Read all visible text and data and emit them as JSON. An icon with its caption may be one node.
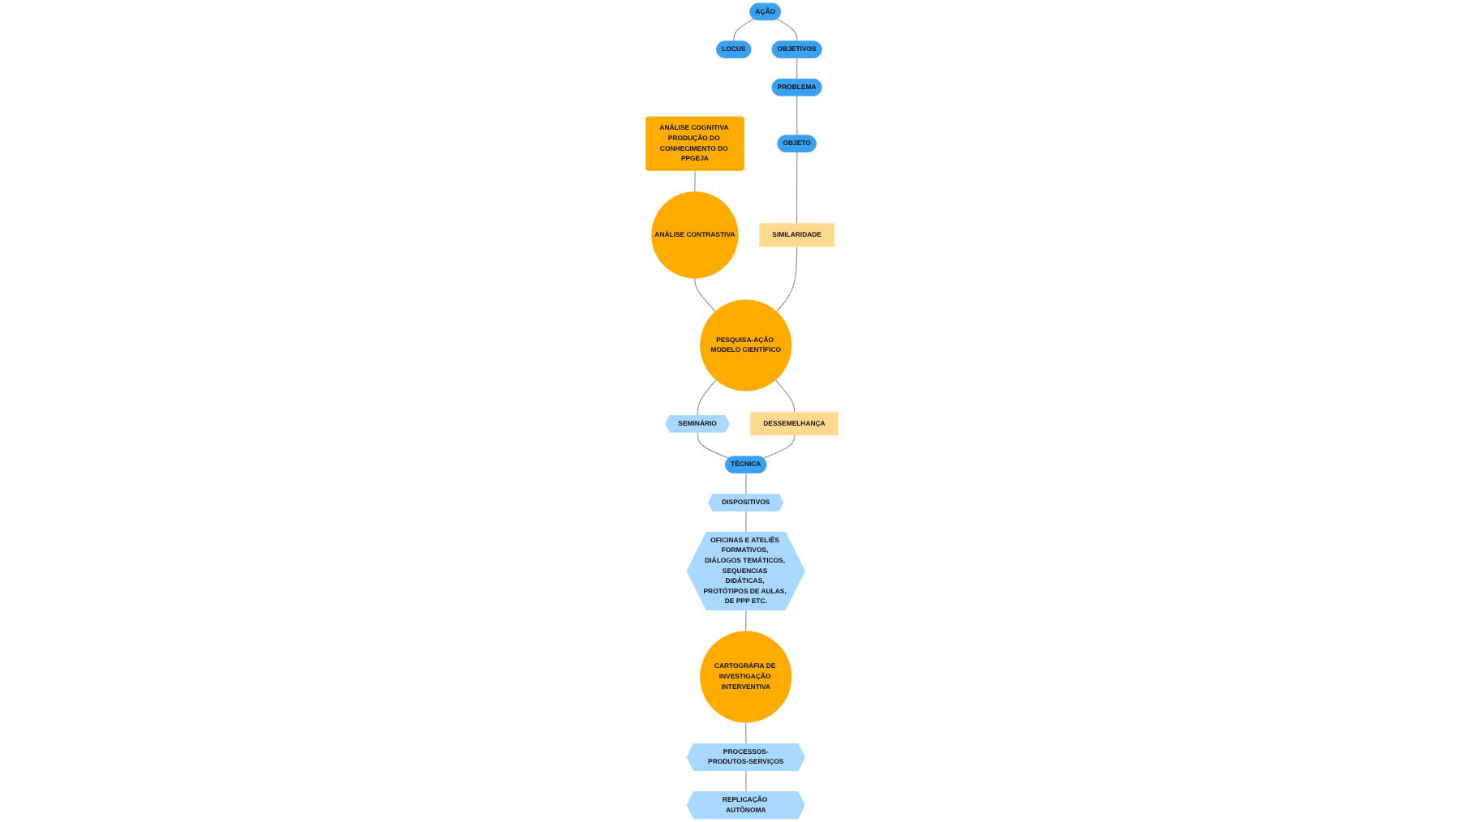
{
  "diagram": {
    "nodes": [
      {
        "text": [
          "ANÁLISE COGNITIVA PRODUÇÃO DO CONHECIMENTO DO PPGEJA"
        ]
      },
      {
        "text": [
          "AÇÃO"
        ]
      },
      {
        "text": [
          "LOCUS"
        ]
      },
      {
        "text": [
          "OBJETIVOS"
        ]
      },
      {
        "text": [
          "PROBLEMA"
        ]
      },
      {
        "text": [
          "OBJETO"
        ]
      },
      {
        "text": [
          "SIMILARIDADE"
        ]
      },
      {
        "text": [
          "ANÁLISE CONTRASTIVA"
        ]
      },
      {
        "text": [
          "PESQUISA-AÇÃO MODELO CIENTÍFICO"
        ]
      },
      {
        "text": [
          "SEMINÁRIO"
        ]
      },
      {
        "text": [
          "TÉCNICA"
        ]
      },
      {
        "text": [
          "DISPOSITIVOS"
        ]
      },
      {
        "text": [
          "OFICINAS E ATELIÊS FORMATIVOS, DIÁLOGOS TEMÁTICOS, SEQUENCIAS DIDÁTICAS, PROTÓTIPOS DE AULAS, DE PPP ETC."
        ]
      },
      {
        "text": [
          "DESSEMELHANÇA"
        ]
      },
      {
        "text": [
          "CARTOGRÁFIA DE INVESTIGAÇÃO INTERVENTIVA"
        ]
      },
      {
        "text": [
          "PROCESSOS-PRODUTOS-SERVIÇOS"
        ]
      },
      {
        "text": [
          "REPLICAÇÃO AUTÔNOMA"
        ]
      }
    ],
    "edges": [
      {
        "from": 0,
        "to": 7,
        "arrow": "none"
      },
      {
        "from": 7,
        "to": 8,
        "arrow": "none"
      },
      {
        "from": 1,
        "to": 2,
        "arrow": "none"
      },
      {
        "from": 1,
        "to": 3,
        "arrow": "none"
      },
      {
        "from": 3,
        "to": 4,
        "arrow": "none"
      },
      {
        "from": 4,
        "to": 5,
        "arrow": "none"
      },
      {
        "from": 5,
        "to": 6,
        "arrow": "none"
      },
      {
        "from": 6,
        "to": 8,
        "arrow": "none"
      },
      {
        "from": 8,
        "to": 9,
        "arrow": "none"
      },
      {
        "from": 9,
        "to": 10,
        "arrow": "none"
      },
      {
        "from": 8,
        "to": 13,
        "arrow": "none"
      },
      {
        "from": 13,
        "to": 10,
        "arrow": "none"
      },
      {
        "from": 10,
        "to": 11,
        "arrow": "none"
      },
      {
        "from": 11,
        "to": 12,
        "arrow": "none"
      },
      {
        "from": 12,
        "to": 14,
        "arrow": "none"
      },
      {
        "from": 14,
        "to": 15,
        "arrow": "none"
      },
      {
        "from": 15,
        "to": 16,
        "arrow": "none"
      }
    ]
  }
}
